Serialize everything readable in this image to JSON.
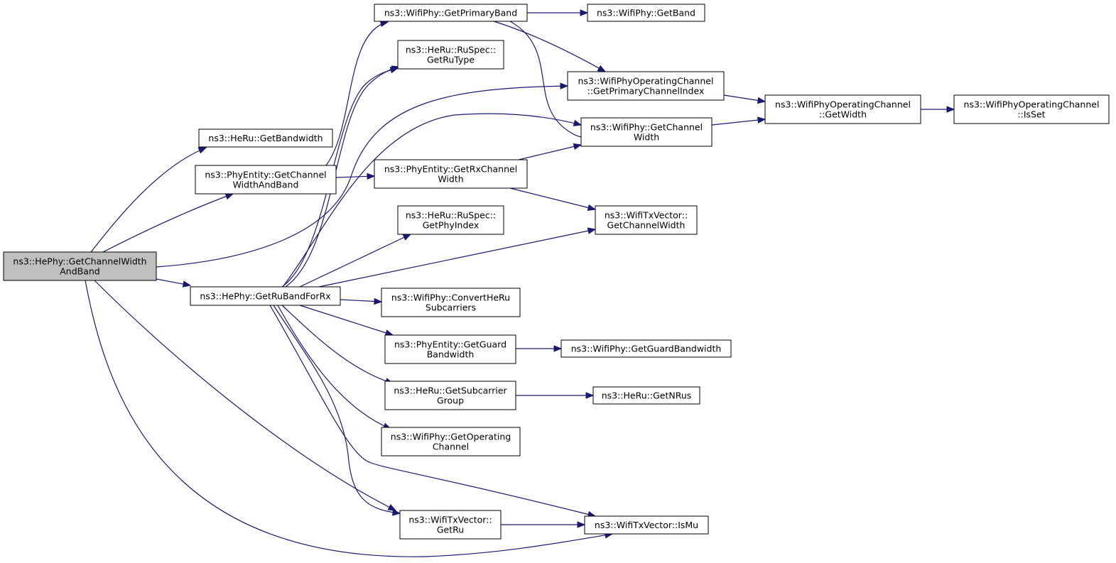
{
  "diagram": {
    "nodes": [
      {
        "id": "root",
        "lines": [
          "ns3::HePhy::GetChannelWidth",
          "AndBand"
        ],
        "highlight": true
      },
      {
        "id": "heru_getbandwidth",
        "lines": [
          "ns3::HeRu::GetBandwidth"
        ]
      },
      {
        "id": "phyentity_getchannelwidthandband",
        "lines": [
          "ns3::PhyEntity::GetChannel",
          "WidthAndBand"
        ]
      },
      {
        "id": "hephy_getrubandforrx",
        "lines": [
          "ns3::HePhy::GetRuBandForRx"
        ]
      },
      {
        "id": "wifiphy_getprimaryband",
        "lines": [
          "ns3::WifiPhy::GetPrimaryBand"
        ]
      },
      {
        "id": "ruspec_getrutype",
        "lines": [
          "ns3::HeRu::RuSpec::",
          "GetRuType"
        ]
      },
      {
        "id": "phyentity_getrxchannelwidth",
        "lines": [
          "ns3::PhyEntity::GetRxChannel",
          "Width"
        ]
      },
      {
        "id": "ruspec_getphyindex",
        "lines": [
          "ns3::HeRu::RuSpec::",
          "GetPhyIndex"
        ]
      },
      {
        "id": "wifiphy_convertherusubcarriers",
        "lines": [
          "ns3::WifiPhy::ConvertHeRu",
          "Subcarriers"
        ]
      },
      {
        "id": "phyentity_getguardbandwidth",
        "lines": [
          "ns3::PhyEntity::GetGuard",
          "Bandwidth"
        ]
      },
      {
        "id": "heru_getsubcarriergroup",
        "lines": [
          "ns3::HeRu::GetSubcarrier",
          "Group"
        ]
      },
      {
        "id": "wifiphy_getoperatingchannel",
        "lines": [
          "ns3::WifiPhy::GetOperating",
          "Channel"
        ]
      },
      {
        "id": "wifitxvector_getru",
        "lines": [
          "ns3::WifiTxVector::",
          "GetRu"
        ]
      },
      {
        "id": "wifiphy_getband",
        "lines": [
          "ns3::WifiPhy::GetBand"
        ]
      },
      {
        "id": "opchannel_getprimarychannelindex",
        "lines": [
          "ns3::WifiPhyOperatingChannel",
          "::GetPrimaryChannelIndex"
        ]
      },
      {
        "id": "wifiphy_getchannelwidth",
        "lines": [
          "ns3::WifiPhy::GetChannel",
          "Width"
        ]
      },
      {
        "id": "wifitxvector_getchannelwidth",
        "lines": [
          "ns3::WifiTxVector::",
          "GetChannelWidth"
        ]
      },
      {
        "id": "wifiphy_getguardbandwidth",
        "lines": [
          "ns3::WifiPhy::GetGuardBandwidth"
        ]
      },
      {
        "id": "heru_getnrus",
        "lines": [
          "ns3::HeRu::GetNRus"
        ]
      },
      {
        "id": "wifitxvector_ismu",
        "lines": [
          "ns3::WifiTxVector::IsMu"
        ]
      },
      {
        "id": "opchannel_getwidth",
        "lines": [
          "ns3::WifiPhyOperatingChannel",
          "::GetWidth"
        ]
      },
      {
        "id": "opchannel_isset",
        "lines": [
          "ns3::WifiPhyOperatingChannel",
          "::IsSet"
        ]
      }
    ],
    "edges": [
      {
        "from": "root",
        "to": "heru_getbandwidth"
      },
      {
        "from": "root",
        "to": "phyentity_getchannelwidthandband"
      },
      {
        "from": "root",
        "to": "opchannel_getprimarychannelindex"
      },
      {
        "from": "root",
        "to": "hephy_getrubandforrx"
      },
      {
        "from": "root",
        "to": "wifitxvector_getru"
      },
      {
        "from": "root",
        "to": "wifitxvector_ismu"
      },
      {
        "from": "phyentity_getchannelwidthandband",
        "to": "wifiphy_getprimaryband"
      },
      {
        "from": "phyentity_getchannelwidthandband",
        "to": "phyentity_getrxchannelwidth"
      },
      {
        "from": "hephy_getrubandforrx",
        "to": "ruspec_getrutype"
      },
      {
        "from": "hephy_getrubandforrx",
        "to": "ruspec_getrutype"
      },
      {
        "from": "hephy_getrubandforrx",
        "to": "wifiphy_getchannelwidth"
      },
      {
        "from": "hephy_getrubandforrx",
        "to": "ruspec_getphyindex"
      },
      {
        "from": "hephy_getrubandforrx",
        "to": "wifitxvector_getchannelwidth"
      },
      {
        "from": "hephy_getrubandforrx",
        "to": "wifiphy_convertherusubcarriers"
      },
      {
        "from": "hephy_getrubandforrx",
        "to": "phyentity_getguardbandwidth"
      },
      {
        "from": "hephy_getrubandforrx",
        "to": "heru_getsubcarriergroup"
      },
      {
        "from": "hephy_getrubandforrx",
        "to": "wifiphy_getoperatingchannel"
      },
      {
        "from": "hephy_getrubandforrx",
        "to": "wifitxvector_getru"
      },
      {
        "from": "hephy_getrubandforrx",
        "to": "wifitxvector_ismu"
      },
      {
        "from": "wifiphy_getprimaryband",
        "to": "wifiphy_getband"
      },
      {
        "from": "wifiphy_getprimaryband",
        "to": "opchannel_getprimarychannelindex"
      },
      {
        "from": "wifiphy_getprimaryband",
        "to": "wifiphy_getchannelwidth"
      },
      {
        "from": "phyentity_getrxchannelwidth",
        "to": "wifiphy_getchannelwidth"
      },
      {
        "from": "phyentity_getrxchannelwidth",
        "to": "wifitxvector_getchannelwidth"
      },
      {
        "from": "opchannel_getprimarychannelindex",
        "to": "opchannel_getwidth"
      },
      {
        "from": "wifiphy_getchannelwidth",
        "to": "opchannel_getwidth"
      },
      {
        "from": "opchannel_getwidth",
        "to": "opchannel_isset"
      },
      {
        "from": "phyentity_getguardbandwidth",
        "to": "wifiphy_getguardbandwidth"
      },
      {
        "from": "heru_getsubcarriergroup",
        "to": "heru_getnrus"
      },
      {
        "from": "wifitxvector_getru",
        "to": "wifitxvector_ismu"
      }
    ]
  }
}
